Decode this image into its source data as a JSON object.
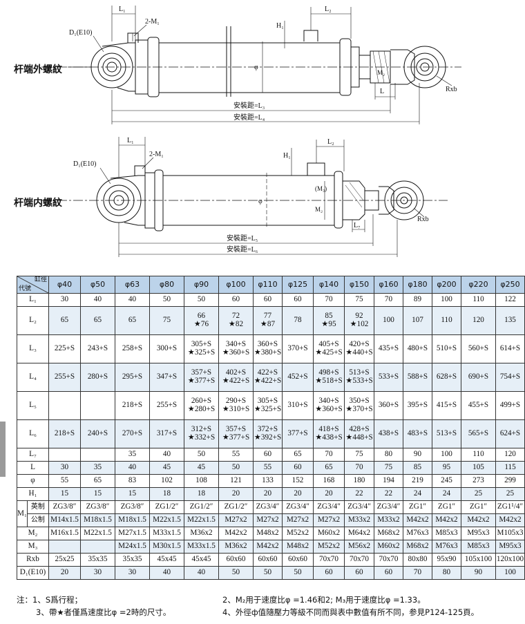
{
  "drawing": {
    "top_label": "杆端外螺紋",
    "bottom_label": "杆端内螺紋",
    "top_dims": {
      "l1": "L₁",
      "m1": "2-M₁",
      "d1": "D₁(E10)",
      "h1": "H₁",
      "l2": "L₂",
      "phi": "φ",
      "m2": "M₂",
      "l": "L",
      "rxb": "Rxb",
      "l3": "安裝距=L₃",
      "l4": "安裝距=L₄"
    },
    "bottom_dims": {
      "l1": "L₁",
      "m1": "2-M₁",
      "d1": "D₁(E10)",
      "h1": "H₁",
      "l2": "L₂",
      "phi": "φ",
      "m3": "(M₃)",
      "m2": "M₂",
      "l7": "L₇",
      "rxb": "Rxb",
      "l5": "安裝距=L₅",
      "l6": "安裝距=L₆"
    }
  },
  "table": {
    "corner_top": "缸徑",
    "corner_bottom": "代號",
    "bores": [
      "φ40",
      "φ50",
      "φ63",
      "φ80",
      "φ90",
      "φ100",
      "φ110",
      "φ125",
      "φ140",
      "φ150",
      "φ160",
      "φ180",
      "φ200",
      "φ220",
      "φ250"
    ],
    "rows": [
      {
        "label": "L₁",
        "values": [
          "30",
          "40",
          "40",
          "50",
          "50",
          "60",
          "60",
          "60",
          "70",
          "75",
          "70",
          "89",
          "100",
          "110",
          "122"
        ]
      },
      {
        "label": "L₂",
        "values": [
          "65",
          "65",
          "65",
          "75",
          [
            "66",
            "★76"
          ],
          [
            "72",
            "★82"
          ],
          [
            "77",
            "★87"
          ],
          "78",
          [
            "85",
            "★95"
          ],
          [
            "92",
            "★102"
          ],
          "100",
          "107",
          "110",
          "120",
          "135"
        ]
      },
      {
        "label": "L₃",
        "values": [
          "225+S",
          "243+S",
          "258+S",
          "300+S",
          [
            "305+S",
            "★325+S"
          ],
          [
            "340+S",
            "★360+S"
          ],
          [
            "360+S",
            "★380+S"
          ],
          "370+S",
          [
            "405+S",
            "★425+S"
          ],
          [
            "420+S",
            "★440+S"
          ],
          "435+S",
          "480+S",
          "510+S",
          "560+S",
          "614+S"
        ]
      },
      {
        "label": "L₄",
        "values": [
          "255+S",
          "280+S",
          "295+S",
          "347+S",
          [
            "357+S",
            "★377+S"
          ],
          [
            "402+S",
            "★422+S"
          ],
          [
            "422+S",
            "★422+S"
          ],
          "452+S",
          [
            "498+S",
            "★518+S"
          ],
          [
            "513+S",
            "★533+S"
          ],
          "533+S",
          "588+S",
          "628+S",
          "690+S",
          "754+S"
        ]
      },
      {
        "label": "L₅",
        "values": [
          "",
          "",
          "218+S",
          "255+S",
          [
            "260+S",
            "★280+S"
          ],
          [
            "290+S",
            "★310+S"
          ],
          [
            "305+S",
            "★325+S"
          ],
          "310+S",
          [
            "340+S",
            "★360+S"
          ],
          [
            "350+S",
            "★370+S"
          ],
          "360+S",
          "395+S",
          "415+S",
          "455+S",
          "499+S"
        ]
      },
      {
        "label": "L₆",
        "values": [
          "218+S",
          "240+S",
          "270+S",
          "317+S",
          [
            "312+S",
            "★332+S"
          ],
          [
            "357+S",
            "★377+S"
          ],
          [
            "372+S",
            "★392+S"
          ],
          "377+S",
          [
            "418+S",
            "★438+S"
          ],
          [
            "428+S",
            "★448+S"
          ],
          "438+S",
          "483+S",
          "513+S",
          "565+S",
          "624+S"
        ]
      },
      {
        "label": "L₇",
        "values": [
          "",
          "",
          "35",
          "40",
          "50",
          "55",
          "60",
          "65",
          "70",
          "75",
          "80",
          "90",
          "100",
          "110",
          "120"
        ]
      },
      {
        "label": "L",
        "values": [
          "30",
          "35",
          "40",
          "45",
          "45",
          "50",
          "55",
          "60",
          "65",
          "70",
          "75",
          "85",
          "95",
          "105",
          "115"
        ]
      },
      {
        "label": "φ",
        "values": [
          "55",
          "65",
          "83",
          "102",
          "108",
          "121",
          "133",
          "152",
          "168",
          "180",
          "194",
          "219",
          "245",
          "273",
          "299"
        ]
      },
      {
        "label": "H₁",
        "values": [
          "15",
          "15",
          "15",
          "18",
          "18",
          "20",
          "20",
          "20",
          "20",
          "22",
          "22",
          "24",
          "24",
          "25",
          "25"
        ]
      }
    ],
    "m1_label": "M₁",
    "m1_rows": [
      {
        "label": "英制",
        "values": [
          "ZG3/8″",
          "ZG3/8″",
          "ZG3/8″",
          "ZG1/2″",
          "ZG1/2″",
          "ZG1/2″",
          "ZG3/4″",
          "ZG3/4″",
          "ZG3/4″",
          "ZG3/4″",
          "ZG3/4″",
          "ZG1″",
          "ZG1″",
          "ZG1″",
          "ZG1¹/4″"
        ]
      },
      {
        "label": "公制",
        "values": [
          "M14x1.5",
          "M18x1.5",
          "M18x1.5",
          "M22x1.5",
          "M22x1.5",
          "M27x2",
          "M27x2",
          "M27x2",
          "M27x2",
          "M33x2",
          "M33x2",
          "M42x2",
          "M42x2",
          "M42x2",
          "M42x2"
        ]
      }
    ],
    "rows2": [
      {
        "label": "M₂",
        "values": [
          "M16x1.5",
          "M22x1.5",
          "M27x1.5",
          "M33x1.5",
          "M36x2",
          "M42x2",
          "M48x2",
          "M52x2",
          "M60x2",
          "M64x2",
          "M68x2",
          "M76x3",
          "M85x3",
          "M95x3",
          "M105x3"
        ]
      },
      {
        "label": "M₃",
        "values": [
          "",
          "",
          "M24x1.5",
          "M30x1.5",
          "M33x1.5",
          "M36x2",
          "M42x2",
          "M48x2",
          "M52x2",
          "M56x2",
          "M60x2",
          "M68x2",
          "M76x3",
          "M85x3",
          "M95x3"
        ]
      },
      {
        "label": "Rxb",
        "values": [
          "25x25",
          "35x35",
          "35x35",
          "45x45",
          "45x45",
          "60x60",
          "60x60",
          "60x60",
          "70x70",
          "70x70",
          "70x70",
          "80x80",
          "95x90",
          "105x100",
          "120x100"
        ]
      },
      {
        "label": "D₁(E10)",
        "values": [
          "20",
          "30",
          "30",
          "40",
          "40",
          "50",
          "50",
          "50",
          "60",
          "60",
          "60",
          "70",
          "80",
          "90",
          "100"
        ]
      }
    ]
  },
  "notes": {
    "n1": "注：1、S爲行程；",
    "n2": "2、M₂用于速度比φ =1.46和2; M₃用于速度比φ =1.33。",
    "n3": "3、帶★者僅爲速度比φ =2時的尺寸。",
    "n4": "4、外徑ф值隨壓力等級不同而與表中數值有所不同，参見P124-125頁。"
  },
  "colors": {
    "header": "#bcd3ea",
    "shade": "#e6eff7",
    "line": "#333333"
  }
}
